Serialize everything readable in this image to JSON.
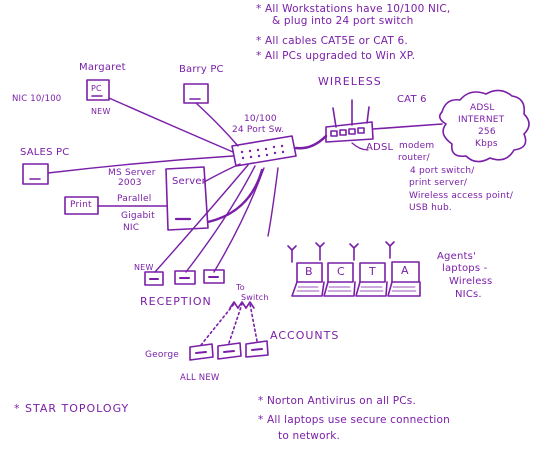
{
  "notes_top": [
    "* All Workstations have 10/100 NIC,",
    "& plug into 24 port switch",
    "* All cables CAT5E or CAT 6.",
    "* All PCs upgraded to Win XP."
  ],
  "notes_bottom": [
    "* Norton Antivirus on all PCs.",
    "* All laptops use secure connection",
    "to network."
  ],
  "topology_note": "* STAR TOPOLOGY",
  "pcs": {
    "margaret": "Margaret",
    "margaret_pc": "PC",
    "margaret_nic": "NIC 10/100",
    "margaret_new": "NEW",
    "barry": "Barry PC",
    "sales": "SALES PC"
  },
  "switch": {
    "label_line1": "10/100",
    "label_line2": "24 Port Sw."
  },
  "server": {
    "box_label": "Server",
    "os_line1": "MS Server",
    "os_line2": "2003",
    "parallel": "Parallel",
    "gigabit_line1": "Gigabit",
    "gigabit_line2": "NIC",
    "printer": "Print"
  },
  "router": {
    "wireless": "WIRELESS",
    "cat6": "CAT 6",
    "adsl": "ADSL",
    "desc": [
      "modem",
      "router/",
      "4 port switch/",
      "print server/",
      "Wireless access point/",
      "USB hub."
    ]
  },
  "internet": [
    "ADSL",
    "INTERNET",
    "256",
    "Kbps"
  ],
  "reception": {
    "label": "RECEPTION",
    "new": "NEW"
  },
  "accounts": {
    "label": "ACCOUNTS",
    "to_switch_1": "To",
    "to_switch_2": "Switch",
    "george": "George",
    "all_new": "ALL NEW"
  },
  "laptops": {
    "letters": [
      "B",
      "C",
      "T",
      "A"
    ],
    "caption": [
      "Agents'",
      "laptops -",
      "Wireless",
      "NICs."
    ]
  }
}
